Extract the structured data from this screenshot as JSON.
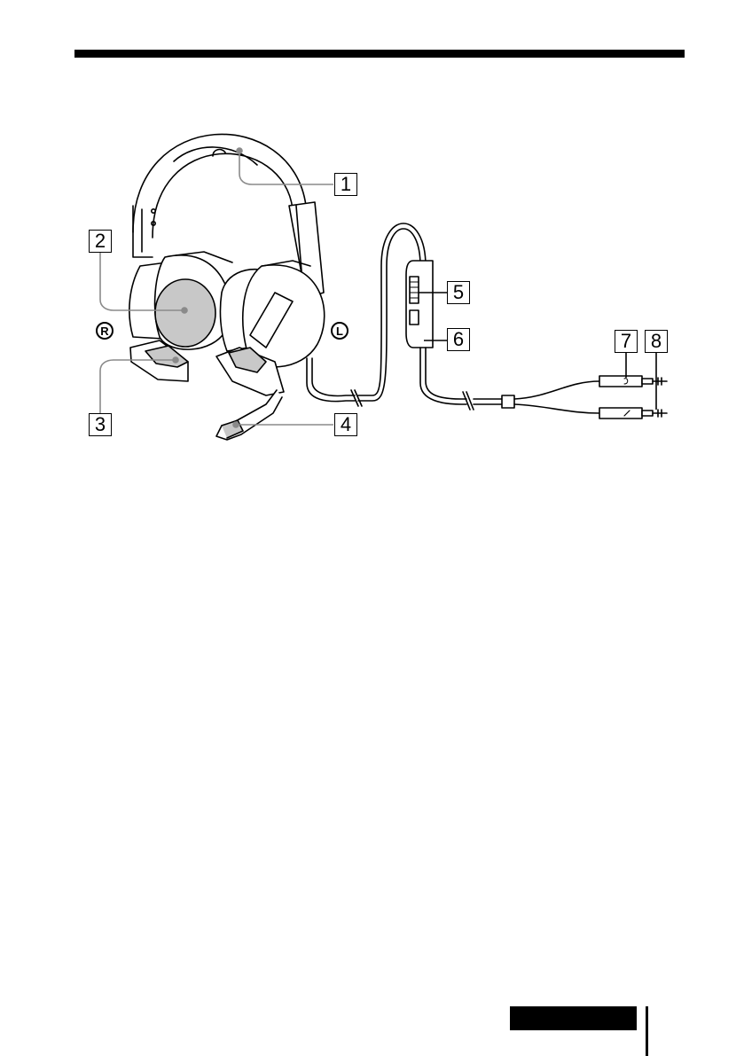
{
  "callouts": [
    {
      "id": "1",
      "label": "1"
    },
    {
      "id": "2",
      "label": "2"
    },
    {
      "id": "3",
      "label": "3"
    },
    {
      "id": "4",
      "label": "4"
    },
    {
      "id": "5",
      "label": "5"
    },
    {
      "id": "6",
      "label": "6"
    },
    {
      "id": "7",
      "label": "7"
    },
    {
      "id": "8",
      "label": "8"
    }
  ],
  "sides": {
    "right": "R",
    "left": "L"
  },
  "colors": {
    "ink": "#000000",
    "shade": "#c8c8c8",
    "leader": "#8a8a8a",
    "paper": "#ffffff"
  }
}
